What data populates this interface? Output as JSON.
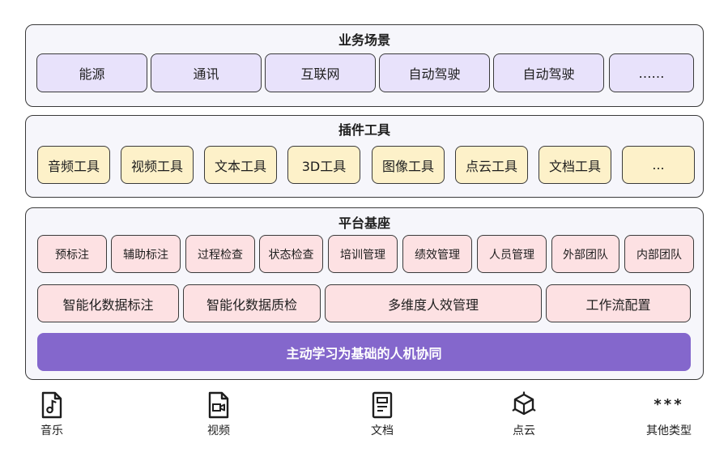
{
  "business": {
    "title": "业务场景",
    "items": [
      "能源",
      "通讯",
      "互联网",
      "自动驾驶",
      "自动驾驶",
      "……"
    ]
  },
  "plugins": {
    "title": "插件工具",
    "items": [
      "音频工具",
      "视频工具",
      "文本工具",
      "3D工具",
      "图像工具",
      "点云工具",
      "文档工具",
      "..."
    ]
  },
  "platform": {
    "title": "平台基座",
    "row1": [
      "预标注",
      "辅助标注",
      "过程检查",
      "状态检查",
      "培训管理",
      "绩效管理",
      "人员管理",
      "外部团队",
      "内部团队"
    ],
    "row2": [
      "智能化数据标注",
      "智能化数据质检",
      "多维度人效管理",
      "工作流配置"
    ],
    "banner": "主动学习为基础的人机协同"
  },
  "data_types": [
    {
      "label": "音乐",
      "icon": "music-file-icon"
    },
    {
      "label": "视频",
      "icon": "video-file-icon"
    },
    {
      "label": "文档",
      "icon": "document-icon"
    },
    {
      "label": "点云",
      "icon": "cube-icon"
    },
    {
      "label": "其他类型",
      "icon": "asterisks-icon"
    }
  ],
  "other_symbol": "***"
}
